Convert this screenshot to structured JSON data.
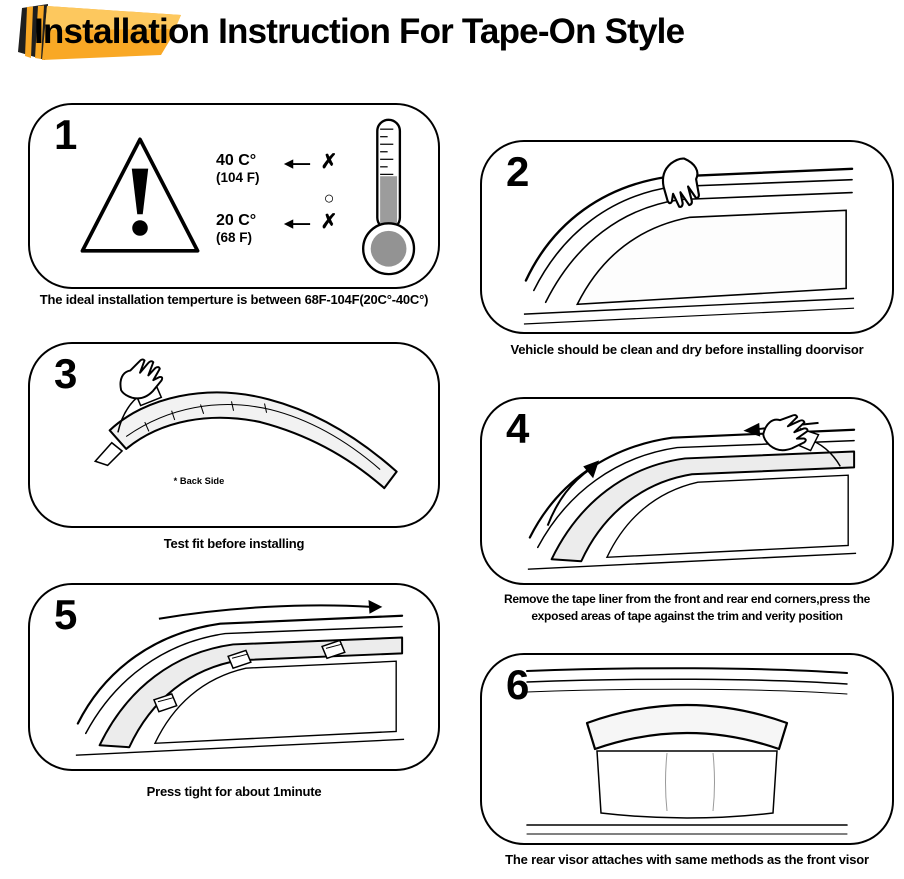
{
  "header": {
    "title": "Installation Instruction For Tape-On Style",
    "ribbon_color": "#f9a825",
    "ribbon_light": "#fdc85e",
    "ribbon_dark": "#1f1f1f"
  },
  "panel1": {
    "temp_high_c": "40 C°",
    "temp_high_f": "(104 F)",
    "temp_low_c": "20 C°",
    "temp_low_f": "(68 F)",
    "not_ok_mark": "✗",
    "ok_mark": "○"
  },
  "steps": [
    {
      "number": "1",
      "caption": "The ideal installation temperture is between 68F-104F(20C°-40C°)"
    },
    {
      "number": "2",
      "caption": "Vehicle should be clean and dry before installing doorvisor"
    },
    {
      "number": "3",
      "caption": "Test fit before installing",
      "back_side_label": "* Back Side"
    },
    {
      "number": "4",
      "caption_line1": "Remove the tape liner from the front and rear end corners,press the",
      "caption_line2": "exposed areas of tape against the trim and verity position"
    },
    {
      "number": "5",
      "caption": "Press tight for about 1minute"
    },
    {
      "number": "6",
      "caption": "The rear visor attaches with same methods as the front visor"
    }
  ]
}
